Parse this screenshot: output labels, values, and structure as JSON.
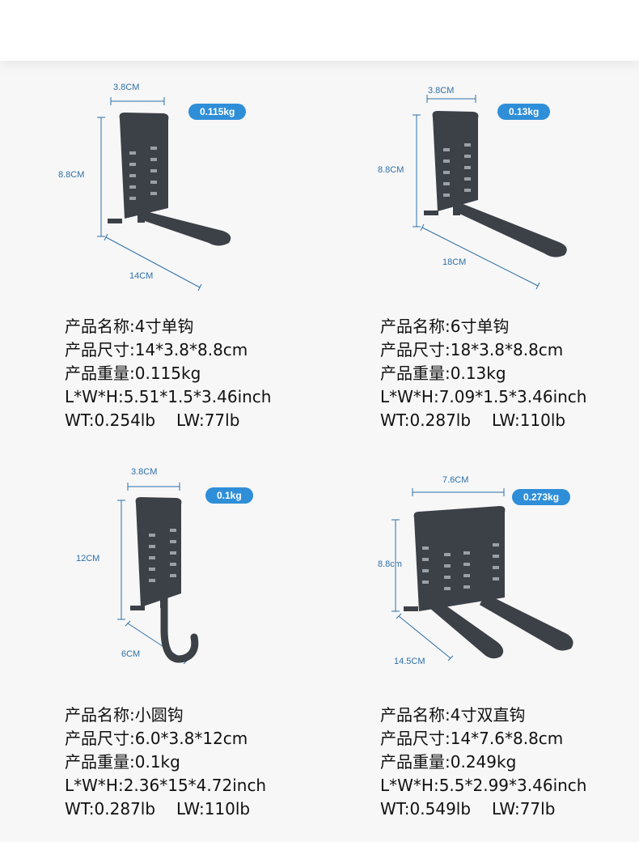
{
  "products": [
    {
      "badge": "0.115kg",
      "dims": {
        "top": "3.8CM",
        "side": "8.8CM",
        "bottom": "14CM"
      },
      "name_line": "产品名称:4寸单钩",
      "size_line": "产品尺寸:14*3.8*8.8cm",
      "weight_line": "产品重量:0.115kg",
      "lwh_line": "L*W*H:5.51*1.5*3.46inch",
      "wt": "WT:0.254lb",
      "lw": "LW:77lb"
    },
    {
      "badge": "0.13kg",
      "dims": {
        "top": "3.8CM",
        "side": "8.8CM",
        "bottom": "18CM"
      },
      "name_line": "产品名称:6寸单钩",
      "size_line": "产品尺寸:18*3.8*8.8cm",
      "weight_line": "产品重量:0.13kg",
      "lwh_line": "L*W*H:7.09*1.5*3.46inch",
      "wt": "WT:0.287lb",
      "lw": "LW:110lb"
    },
    {
      "badge": "0.1kg",
      "dims": {
        "top": "3.8CM",
        "side": "12CM",
        "bottom": "6CM"
      },
      "name_line": "产品名称:小圆钩",
      "size_line": "产品尺寸:6.0*3.8*12cm",
      "weight_line": "产品重量:0.1kg",
      "lwh_line": "L*W*H:2.36*15*4.72inch",
      "wt": "WT:0.287lb",
      "lw": "LW:110lb"
    },
    {
      "badge": "0.273kg",
      "dims": {
        "top": "7.6CM",
        "side": "8.8cm",
        "bottom": "14.5CM"
      },
      "name_line": "产品名称:4寸双直钩",
      "size_line": "产品尺寸:14*7.6*8.8cm",
      "weight_line": "产品重量:0.249kg",
      "lwh_line": "L*W*H:5.5*2.99*3.46inch",
      "wt": "WT:0.549lb",
      "lw": "LW:77lb"
    }
  ],
  "colors": {
    "badge": "#2f8ed8",
    "dimension": "#2e6fa6",
    "hook": "#3c4047"
  }
}
